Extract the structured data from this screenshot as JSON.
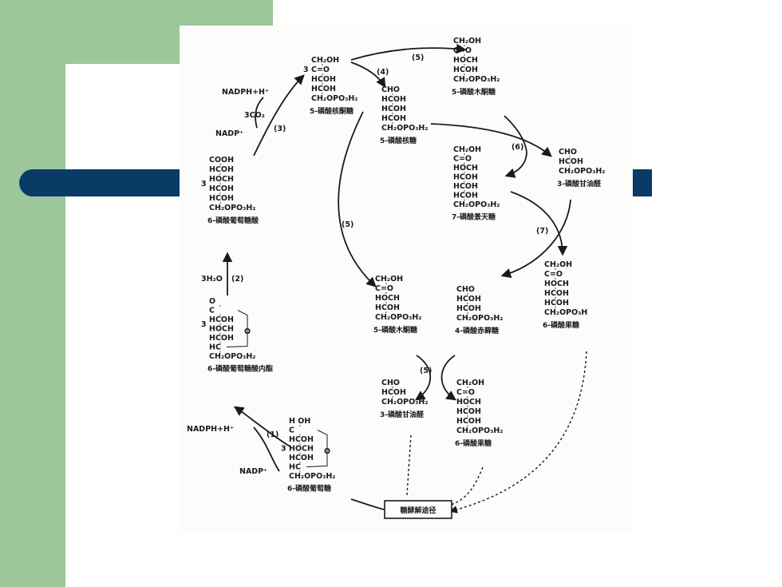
{
  "diagram": {
    "ru5p": {
      "lines": [
        "CH₂OH",
        "C=O",
        "HCOH",
        "HCOH",
        "CH₂OPO₃H₂"
      ],
      "coef": "3",
      "name": "5-磷酸核酮糖"
    },
    "r5p": {
      "lines": [
        "CHO",
        "HCOH",
        "HCOH",
        "HCOH",
        "CH₂OPO₃H₂"
      ],
      "name": "5-磷酸核糖"
    },
    "xu5p_top": {
      "lines": [
        "CH₂OH",
        "C=O",
        "HOCH",
        "HCOH",
        "CH₂OPO₃H₂"
      ],
      "name": "5-磷酸木酮糖"
    },
    "s7p": {
      "lines": [
        "CH₂OH",
        "C=O",
        "HOCH",
        "HCOH",
        "HCOH",
        "HCOH",
        "CH₂OPO₃H₂"
      ],
      "name": "7-磷酸景天糖"
    },
    "g3p_top": {
      "lines": [
        "CHO",
        "HCOH",
        "CH₂OPO₃H₂"
      ],
      "name": "3-磷酸甘油醛"
    },
    "f6p_right": {
      "lines": [
        "CH₂OH",
        "C=O",
        "HOCH",
        "HCOH",
        "HCOH",
        "CH₂OPO₃H"
      ],
      "name": "6-磷酸果糖"
    },
    "xu5p_mid": {
      "lines": [
        "CH₂OH",
        "C=O",
        "HOCH",
        "HCOH",
        "CH₂OPO₃H₂"
      ],
      "name": "5-磷酸木酮糖"
    },
    "e4p": {
      "lines": [
        "CHO",
        "HCOH",
        "HCOH",
        "CH₂OPO₃H₂"
      ],
      "name": "4-磷酸赤藓糖"
    },
    "g3p_bottom": {
      "lines": [
        "CHO",
        "HCOH",
        "CH₂OPO₃H₂"
      ],
      "name": "3-磷酸甘油醛"
    },
    "f6p_bottom": {
      "lines": [
        "CH₂OH",
        "C=O",
        "HOCH",
        "HCOH",
        "HCOH",
        "CH₂OPO₃H₂"
      ],
      "name": "6-磷酸果糖"
    },
    "pg6": {
      "lines": [
        "COOH",
        "HCOH",
        "HOCH",
        "HCOH",
        "HCOH",
        "CH₂OPO₃H₂"
      ],
      "coef": "3",
      "name": "6-磷酸葡萄糖酸"
    },
    "lactone": {
      "lines": [
        "O",
        "C",
        "HCOH",
        "HOCH",
        "HCOH",
        "HC",
        "CH₂OPO₃H₂"
      ],
      "coef": "3",
      "ring_o": "O",
      "name": "6-磷酸葡萄糖酸内酯"
    },
    "g6p": {
      "lines": [
        "H  OH",
        "C",
        "HCOH",
        "HOCH",
        "HCOH",
        "HC",
        "CH₂OPO₃H₂"
      ],
      "coef": "3",
      "ring_o": "O",
      "name": "6-磷酸葡萄糖"
    },
    "cofactors": {
      "nadph_top": "NADPH+H⁺",
      "co2": "3CO₂",
      "nadp_top": "NADP⁺",
      "h2o": "3H₂O",
      "nadph_bottom": "NADPH+H⁺",
      "nadp_bottom": "NADP⁺"
    },
    "steps": [
      "(1)",
      "(2)",
      "(3)",
      "(4)",
      "(5)",
      "(5)",
      "(5)",
      "(6)",
      "(7)"
    ],
    "glycolysis_box": "糖酵解途径"
  }
}
